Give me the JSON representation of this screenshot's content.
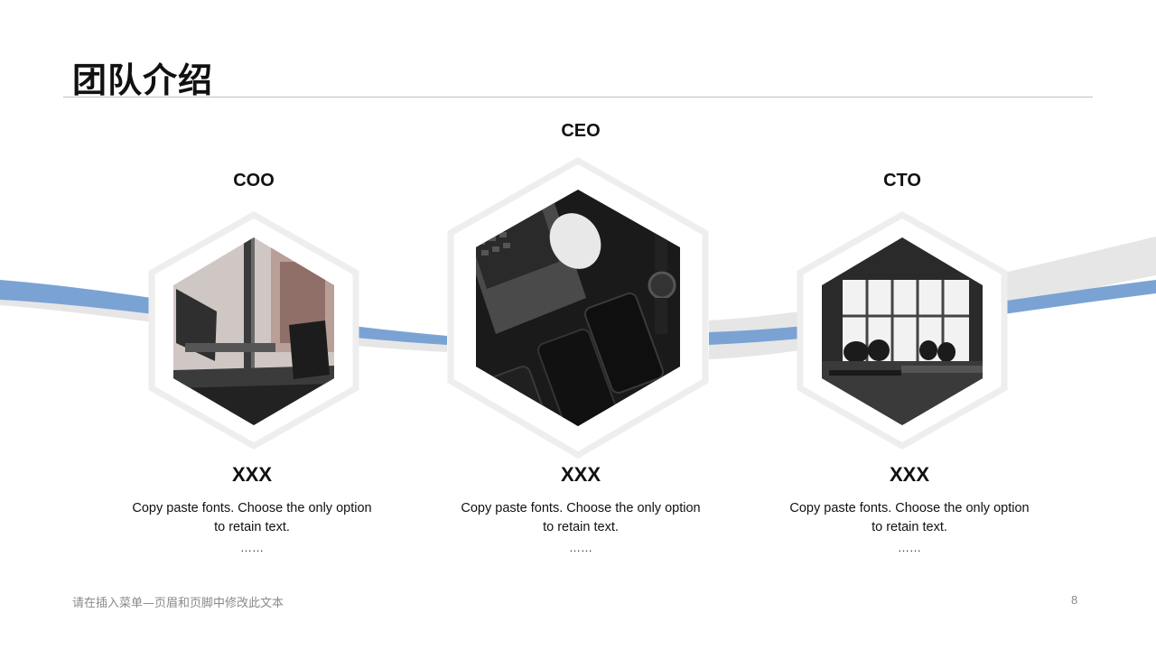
{
  "page": {
    "title": "团队介绍",
    "footer": "请在插入菜单—页眉和页脚中修改此文本",
    "page_number": "8"
  },
  "members": [
    {
      "role": "COO",
      "name": "XXX",
      "desc_line1": "Copy paste fonts. Choose the only option",
      "desc_line2": "to retain text.",
      "ellipsis": "……",
      "photo": "office-desk-photo"
    },
    {
      "role": "CEO",
      "name": "XXX",
      "desc_line1": "Copy paste fonts. Choose the only option",
      "desc_line2": "to retain text.",
      "ellipsis": "……",
      "photo": "laptop-phones-photo"
    },
    {
      "role": "CTO",
      "name": "XXX",
      "desc_line1": "Copy paste fonts. Choose the only option",
      "desc_line2": "to retain text.",
      "ellipsis": "……",
      "photo": "cafe-interior-photo"
    }
  ],
  "colors": {
    "accent_blue": "#7aa3d4",
    "wave_gray": "#e3e3e3",
    "hex_frame": "#f0f0f0"
  }
}
